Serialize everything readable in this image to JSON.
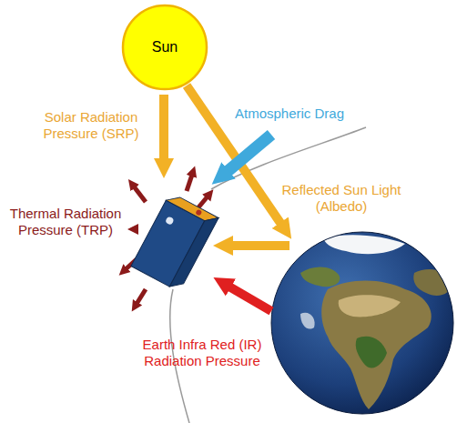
{
  "diagram": {
    "nodes": [
      {
        "text": [
          "Sun"
        ]
      }
    ],
    "labels": [
      "Solar Radiation Pressure (SRP)",
      "Atmospheric Drag",
      "Reflected Sun Light (Albedo)",
      "Thermal Radiation Pressure (TRP)",
      "Earth Infra Red (IR) Radiation Pressure"
    ]
  }
}
